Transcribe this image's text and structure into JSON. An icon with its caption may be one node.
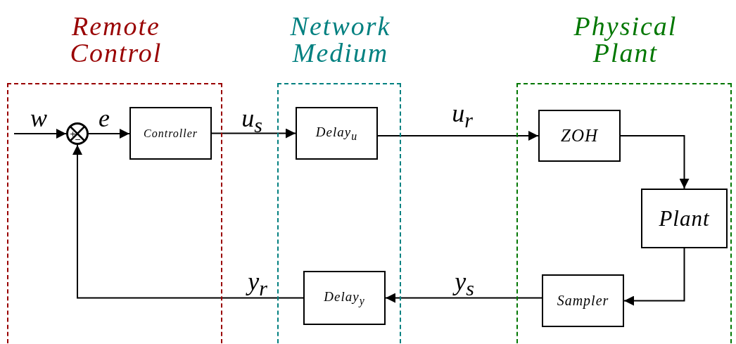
{
  "diagram": {
    "nodes": [
      {
        "text": [
          "Remote Control"
        ]
      },
      {
        "text": [
          "Network Medium"
        ]
      },
      {
        "text": [
          "Physical Plant"
        ]
      },
      {
        "text": [
          "+",
          "−"
        ],
        "in": 0
      },
      {
        "text": [
          "Controller"
        ],
        "in": 0
      },
      {
        "text": [
          "Delay$_{u}$"
        ],
        "in": 1
      },
      {
        "text": [
          "ZOH"
        ],
        "in": 2
      },
      {
        "text": [
          "Plant"
        ],
        "in": 2
      },
      {
        "text": [
          "Sampler"
        ],
        "in": 2
      },
      {
        "text": [
          "Delay$_{y}$"
        ],
        "in": 1
      }
    ],
    "edges": [
      {
        "from": null,
        "to": 3,
        "arrow": "to",
        "label": "w"
      },
      {
        "from": 3,
        "to": 4,
        "arrow": "to",
        "label": "e"
      },
      {
        "from": 4,
        "to": 5,
        "arrow": "to",
        "label": "u$_{s}$"
      },
      {
        "from": 5,
        "to": 6,
        "arrow": "to",
        "label": "u$_{r}$"
      },
      {
        "from": 6,
        "to": 7,
        "arrow": "to"
      },
      {
        "from": 7,
        "to": 8,
        "arrow": "to"
      },
      {
        "from": 8,
        "to": 9,
        "arrow": "to",
        "label": "y$_{s}$"
      },
      {
        "from": 9,
        "to": 3,
        "arrow": "to",
        "label": "y$_{r}$"
      }
    ]
  }
}
